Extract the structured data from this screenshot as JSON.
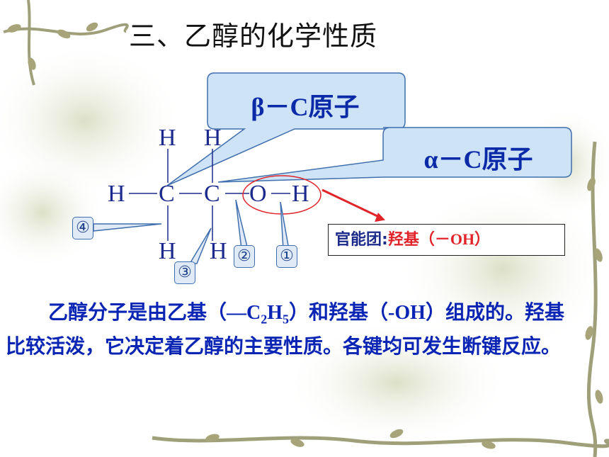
{
  "title": "三、乙醇的化学性质",
  "callouts": {
    "beta": "β－C原子",
    "alpha": "α－C原子"
  },
  "molecule": {
    "atoms": {
      "h_top_left": "H",
      "h_top_right": "H",
      "h_left": "H",
      "c1": "C",
      "c2": "C",
      "o": "O",
      "h_right": "H",
      "h_bottom_left": "H",
      "h_bottom_right": "H"
    },
    "bond_numbers": [
      "①",
      "②",
      "③",
      "④"
    ]
  },
  "functional_group": {
    "prefix": "官能团:",
    "name": "羟基",
    "group": "（－OH）"
  },
  "paragraph": {
    "part1": "乙醇分子是由乙基（",
    "ethyl_prefix": "—C",
    "ethyl_sub1": "2",
    "ethyl_mid": "H",
    "ethyl_sub2": "5",
    "part2": "）和羟基（",
    "hydroxyl": "-OH",
    "part3": "）组成的。羟基比较活泼，它决定着乙醇的主要性质。各键均可发生断键反应。"
  },
  "colors": {
    "accent_blue": "#0a25b4",
    "callout_fill": "#cfe3f7",
    "highlight_red": "#e0242a",
    "background_decor": "#c9cfa8"
  }
}
